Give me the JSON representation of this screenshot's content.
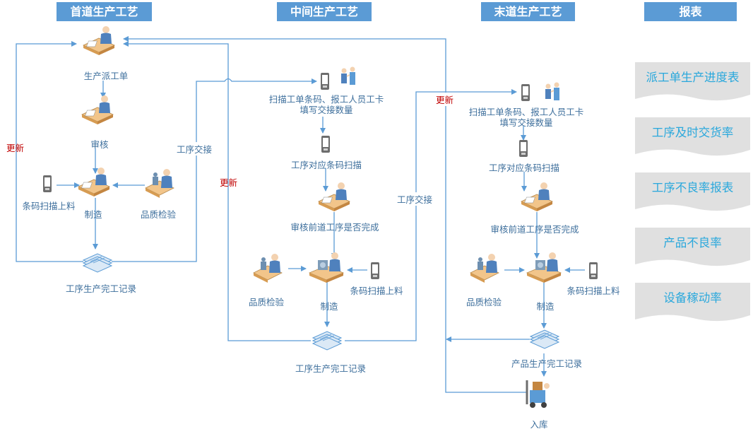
{
  "headers": {
    "first": "首道生产工艺",
    "middle": "中间生产工艺",
    "last": "末道生产工艺",
    "report": "报表"
  },
  "first_stage": {
    "dispatch": "生产派工单",
    "review": "审核",
    "scan_feed": "条码扫描上料",
    "manufacture": "制造",
    "quality": "品质检验",
    "record": "工序生产完工记录",
    "update": "更新",
    "handover": "工序交接"
  },
  "middle_stage": {
    "scan_line1": "扫描工单条码、报工人员工卡",
    "scan_line2": "填写交接数量",
    "process_scan": "工序对应条码扫描",
    "review_prev": "审核前道工序是否完成",
    "quality": "品质检验",
    "scan_feed": "条码扫描上料",
    "manufacture": "制造",
    "record": "工序生产完工记录",
    "update": "更新",
    "handover": "工序交接"
  },
  "last_stage": {
    "scan_line1": "扫描工单条码、报工人员工卡",
    "scan_line2": "填写交接数量",
    "process_scan": "工序对应条码扫描",
    "review_prev": "审核前道工序是否完成",
    "quality": "品质检验",
    "scan_feed": "条码扫描上料",
    "manufacture": "制造",
    "product_record": "产品生产完工记录",
    "warehouse": "入库",
    "update": "更新"
  },
  "reports": [
    "派工单生产进度表",
    "工序及时交货率",
    "工序不良率报表",
    "产品不良率",
    "设备稼动率"
  ],
  "colors": {
    "header_bg": "#5b9bd5",
    "line": "#5b9bd5",
    "label": "#3e6f9c",
    "update_label": "#c00000",
    "report_text": "#2aa8dc",
    "report_bg": "#e0e0e0"
  }
}
